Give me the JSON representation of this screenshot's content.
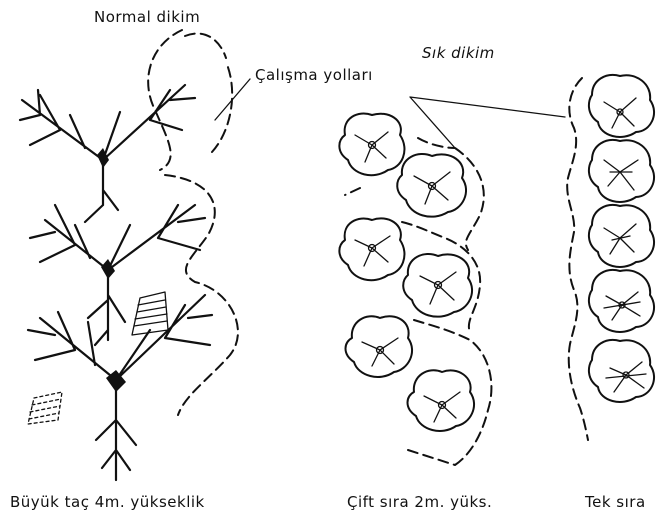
{
  "labels": {
    "normal": "Normal dikim",
    "dense": "Sık dikim",
    "paths": "Çalışma yolları",
    "large_crown": "Büyük taç 4m. yükseklik",
    "double_row": "Çift sıra 2m. yüks.",
    "single_row": "Tek sıra"
  }
}
